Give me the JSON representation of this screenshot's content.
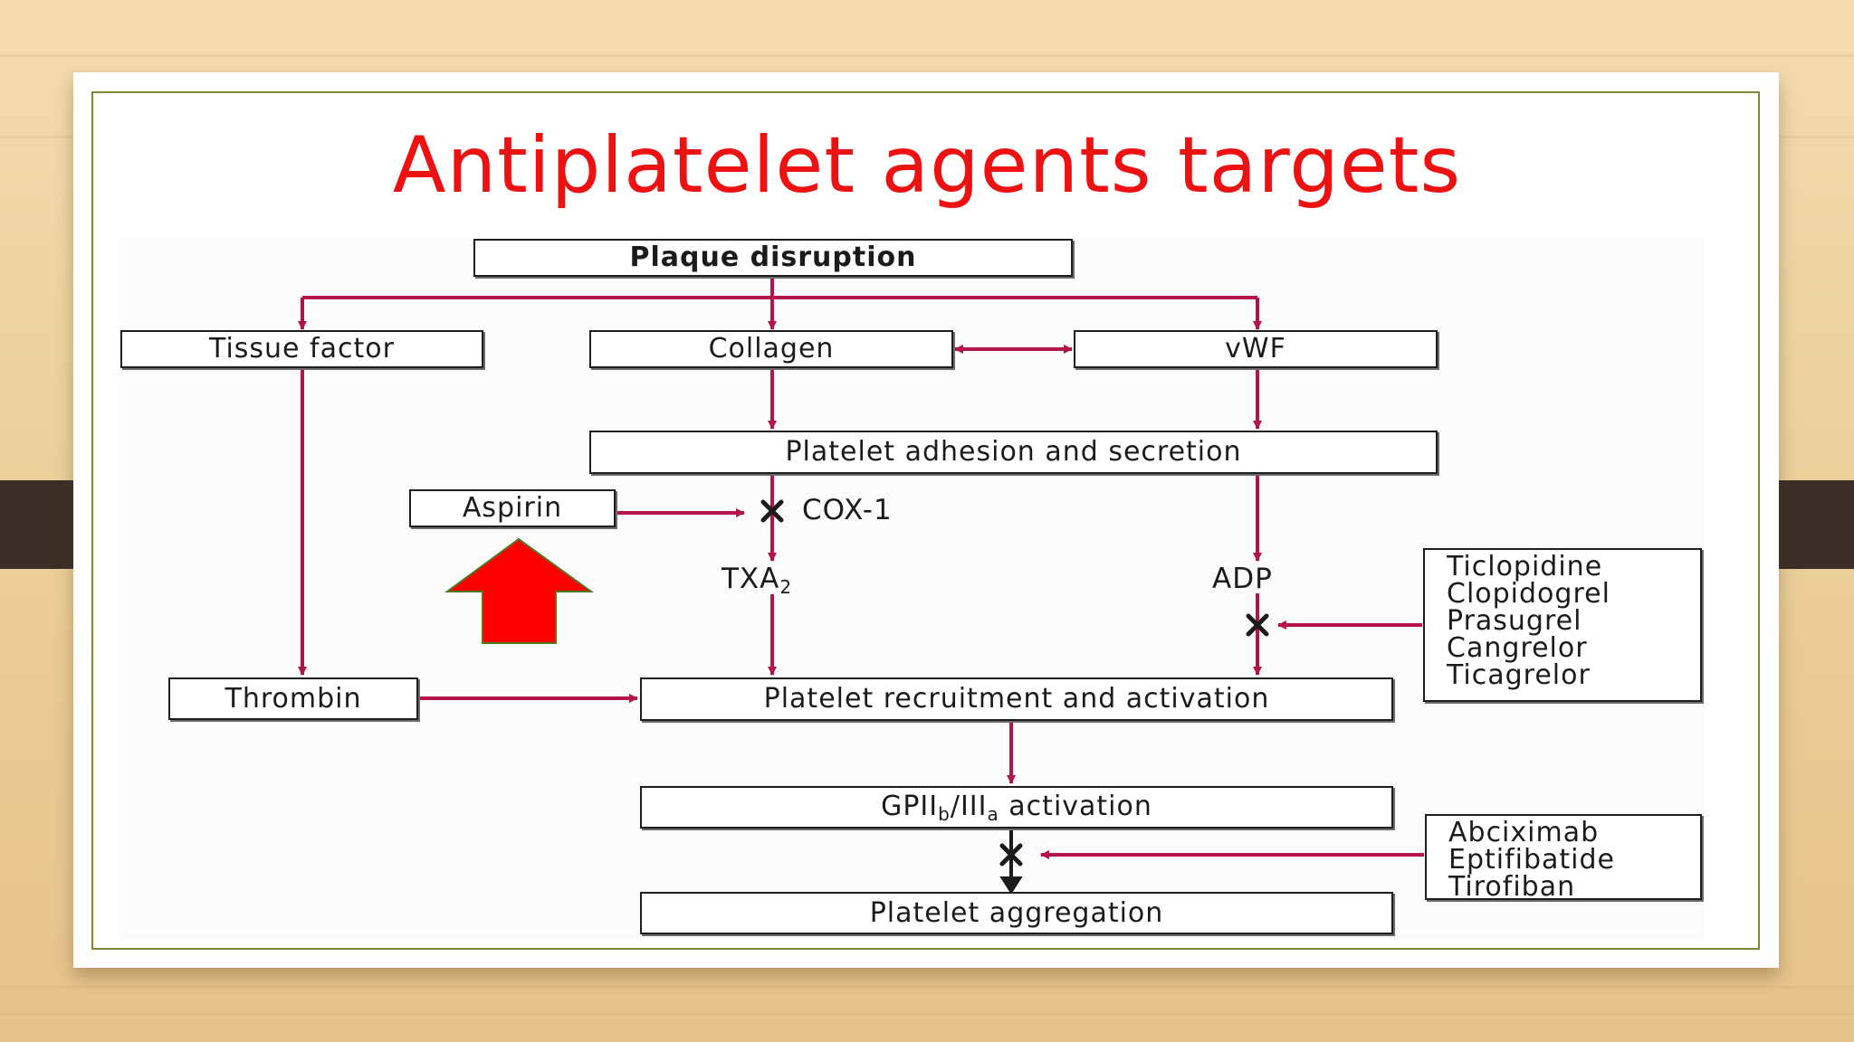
{
  "slide": {
    "title": "Antiplatelet agents targets"
  },
  "diagram": {
    "plaque": "Plaque disruption",
    "tissue_factor": "Tissue factor",
    "collagen": "Collagen",
    "vwf": "vWF",
    "adhesion": "Platelet adhesion and secretion",
    "aspirin": "Aspirin",
    "cox1": "COX-1",
    "txa": "TXA",
    "txa_sub": "2",
    "adp": "ADP",
    "thrombin": "Thrombin",
    "recruitment": "Platelet recruitment and activation",
    "gp_main": "GPII",
    "gp_sub_b": "b",
    "gp_slash": "/III",
    "gp_sub_a": "a",
    "gp_suffix": " activation",
    "aggregation": "Platelet aggregation",
    "adp_inhibitors": [
      "Ticlopidine",
      "Clopidogrel",
      "Prasugrel",
      "Cangrelor",
      "Ticagrelor"
    ],
    "gp_inhibitors": [
      "Abciximab",
      "Eptifibatide",
      "Tirofiban"
    ],
    "block_marker": "X"
  },
  "colors": {
    "title": "#ee1111",
    "arrow": "#b3154a",
    "highlight_arrow_fill": "#ff0000",
    "highlight_arrow_stroke": "#4e7a1f",
    "frame": "#7b8b34",
    "clip": "#3a2e27"
  },
  "icons": {
    "highlight": "up-arrow-icon",
    "block": "block-x-icon"
  }
}
